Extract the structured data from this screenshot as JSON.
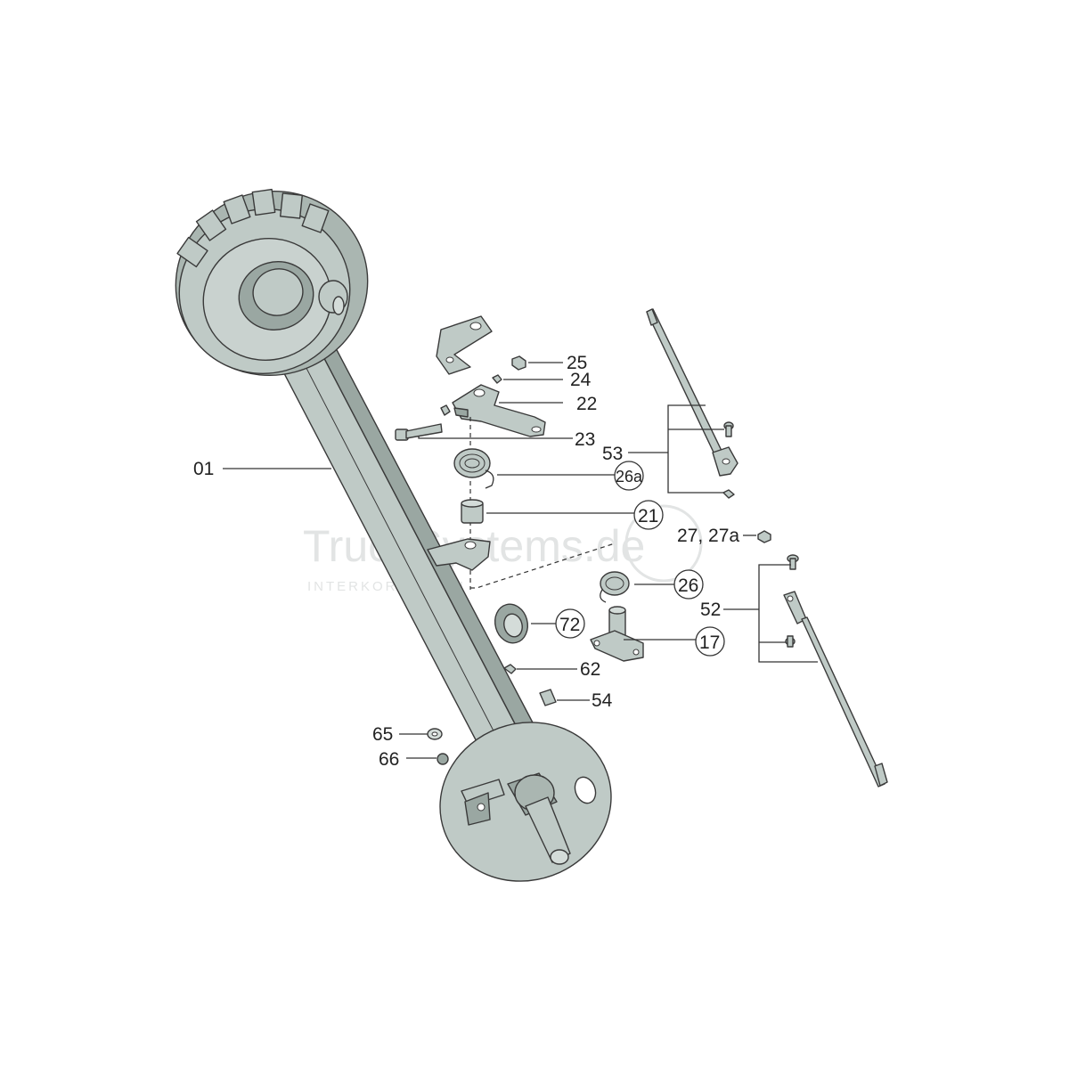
{
  "colors": {
    "part_fill": "#bfcac6",
    "part_dark": "#9aa7a2",
    "part_light": "#d4dcd9",
    "outline": "#3a3a3a",
    "text": "#222222",
    "watermark": "#e2e4e4"
  },
  "watermark": {
    "brand_text": "TruckSystems.de",
    "sub_text": "INTERKORN GmbH"
  },
  "callouts": {
    "c01": "01",
    "c25": "25",
    "c24": "24",
    "c22": "22",
    "c23": "23",
    "c53": "53",
    "c26a": "26a",
    "c21": "21",
    "c27": "27, 27a",
    "c26": "26",
    "c52": "52",
    "c72": "72",
    "c17": "17",
    "c62": "62",
    "c54": "54",
    "c65": "65",
    "c66": "66"
  }
}
